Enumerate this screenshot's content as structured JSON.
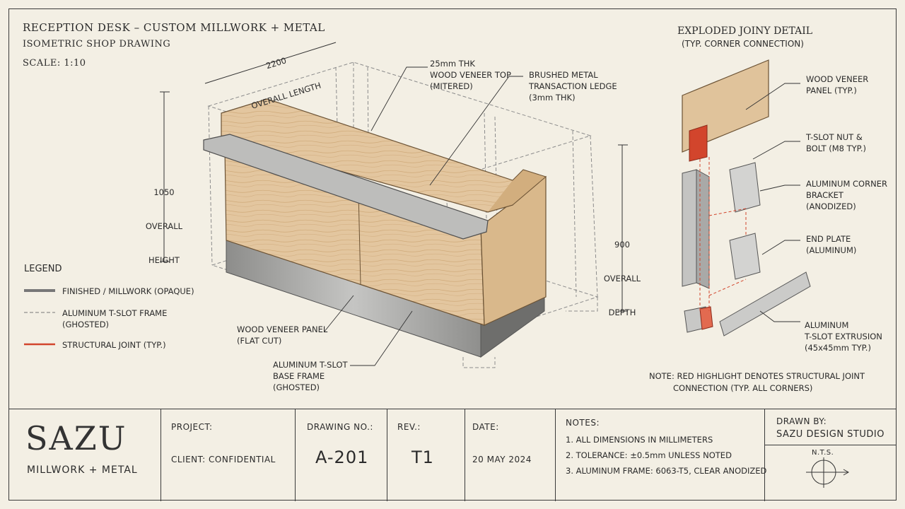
{
  "header": {
    "title": "RECEPTION DESK – CUSTOM MILLWORK + METAL",
    "subtitle": "ISOMETRIC SHOP DRAWING",
    "scale": "SCALE: 1:10"
  },
  "dimensions": {
    "length_value": "2200",
    "length_label": "OVERALL LENGTH",
    "height_value": "1050",
    "height_label_1": "OVERALL",
    "height_label_2": "HEIGHT",
    "depth_value": "900",
    "depth_label_1": "OVERALL",
    "depth_label_2": "DEPTH"
  },
  "callouts": {
    "top": "25mm THK\nWOOD VENEER TOP\n(MITERED)",
    "ledge": "BRUSHED METAL\nTRANSACTION LEDGE\n(3mm THK)",
    "panel": "WOOD VENEER PANEL\n(FLAT CUT)",
    "base": "ALUMINUM T-SLOT\nBASE FRAME\n(GHOSTED)"
  },
  "legend": {
    "title": "LEGEND",
    "items": [
      {
        "label": "FINISHED / MILLWORK (OPAQUE)",
        "style": "solid"
      },
      {
        "label": "ALUMINUM T-SLOT FRAME\n(GHOSTED)",
        "style": "dashed"
      },
      {
        "label": "STRUCTURAL JOINT (TYP.)",
        "style": "red"
      }
    ]
  },
  "detail": {
    "title": "EXPLODED JOINY DETAIL",
    "subtitle": "(TYP. CORNER CONNECTION)",
    "labels": {
      "veneer": "WOOD VENEER\nPANEL (TYP.)",
      "nut": "T-SLOT NUT &\nBOLT (M8 TYP.)",
      "bracket": "ALUMINUM CORNER\nBRACKET\n(ANODIZED)",
      "plate": "END PLATE\n(ALUMINUM)",
      "extrusion": "ALUMINUM\nT-SLOT EXTRUSION\n(45x45mm TYP.)"
    },
    "note_1": "NOTE: RED HIGHLIGHT DENOTES STRUCTURAL JOINT",
    "note_2": "CONNECTION (TYP. ALL CORNERS)"
  },
  "title_block": {
    "logo": "SAZU",
    "logo_sub": "MILLWORK + METAL",
    "project_label": "PROJECT:",
    "client": "CLIENT:  CONFIDENTIAL",
    "drawing_no_label": "DRAWING NO.:",
    "drawing_no": "A-201",
    "rev_label": "REV.:",
    "rev": "T1",
    "date_label": "DATE:",
    "date": "20 MAY 2024",
    "notes_label": "NOTES:",
    "notes": [
      "1.  ALL DIMENSIONS IN MILLIMETERS",
      "2.  TOLERANCE: ±0.5mm UNLESS NOTED",
      "3.  ALUMINUM FRAME: 6063-T5, CLEAR ANODIZED"
    ],
    "drawn_by_label": "DRAWN BY:",
    "drawn_by": "SAZU DESIGN STUDIO",
    "nts": "N.T.S."
  },
  "colors": {
    "paper": "#f3efe4",
    "ink": "#2b2b2b",
    "wood": "#e2c49c",
    "metal": "#b7b7b5",
    "joint": "#d2452c"
  }
}
